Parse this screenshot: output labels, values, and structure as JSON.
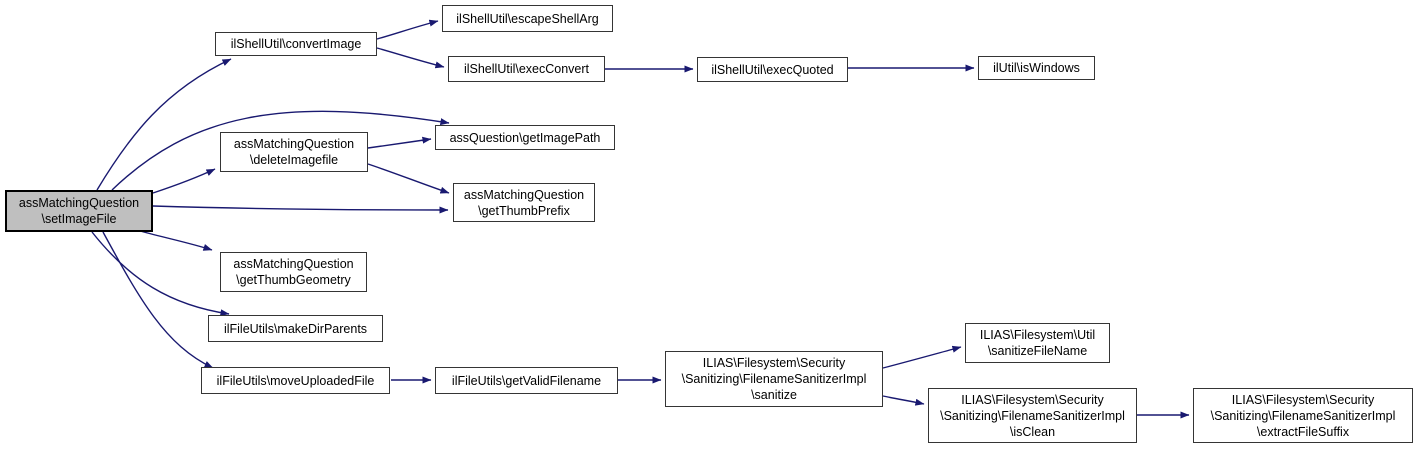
{
  "diagram": {
    "type": "call-graph",
    "edge_color": "#191970",
    "node_fill": "#ffffff",
    "node_border": "#353535",
    "highlight_fill": "#bfbfbf",
    "nodes": {
      "setImageFile": {
        "label": "assMatchingQuestion\n\\setImageFile",
        "highlighted": true
      },
      "convertImage": {
        "label": "ilShellUtil\\convertImage"
      },
      "escapeShellArg": {
        "label": "ilShellUtil\\escapeShellArg"
      },
      "execConvert": {
        "label": "ilShellUtil\\execConvert"
      },
      "execQuoted": {
        "label": "ilShellUtil\\execQuoted"
      },
      "isWindows": {
        "label": "ilUtil\\isWindows"
      },
      "deleteImagefile": {
        "label": "assMatchingQuestion\n\\deleteImagefile"
      },
      "getImagePath": {
        "label": "assQuestion\\getImagePath"
      },
      "getThumbPrefix": {
        "label": "assMatchingQuestion\n\\getThumbPrefix"
      },
      "getThumbGeometry": {
        "label": "assMatchingQuestion\n\\getThumbGeometry"
      },
      "makeDirParents": {
        "label": "ilFileUtils\\makeDirParents"
      },
      "moveUploadedFile": {
        "label": "ilFileUtils\\moveUploadedFile"
      },
      "getValidFilename": {
        "label": "ilFileUtils\\getValidFilename"
      },
      "sanitize": {
        "label": "ILIAS\\Filesystem\\Security\n\\Sanitizing\\FilenameSanitizerImpl\n\\sanitize"
      },
      "sanitizeFileName": {
        "label": "ILIAS\\Filesystem\\Util\n\\sanitizeFileName"
      },
      "isClean": {
        "label": "ILIAS\\Filesystem\\Security\n\\Sanitizing\\FilenameSanitizerImpl\n\\isClean"
      },
      "extractFileSuffix": {
        "label": "ILIAS\\Filesystem\\Security\n\\Sanitizing\\FilenameSanitizerImpl\n\\extractFileSuffix"
      }
    },
    "edges": [
      "setImageFile->convertImage",
      "setImageFile->getImagePath",
      "setImageFile->deleteImagefile",
      "setImageFile->getThumbPrefix",
      "setImageFile->getThumbGeometry",
      "setImageFile->makeDirParents",
      "setImageFile->moveUploadedFile",
      "convertImage->escapeShellArg",
      "convertImage->execConvert",
      "execConvert->execQuoted",
      "execQuoted->isWindows",
      "deleteImagefile->getImagePath",
      "deleteImagefile->getThumbPrefix",
      "moveUploadedFile->getValidFilename",
      "getValidFilename->sanitize",
      "sanitize->sanitizeFileName",
      "sanitize->isClean",
      "isClean->extractFileSuffix"
    ]
  }
}
